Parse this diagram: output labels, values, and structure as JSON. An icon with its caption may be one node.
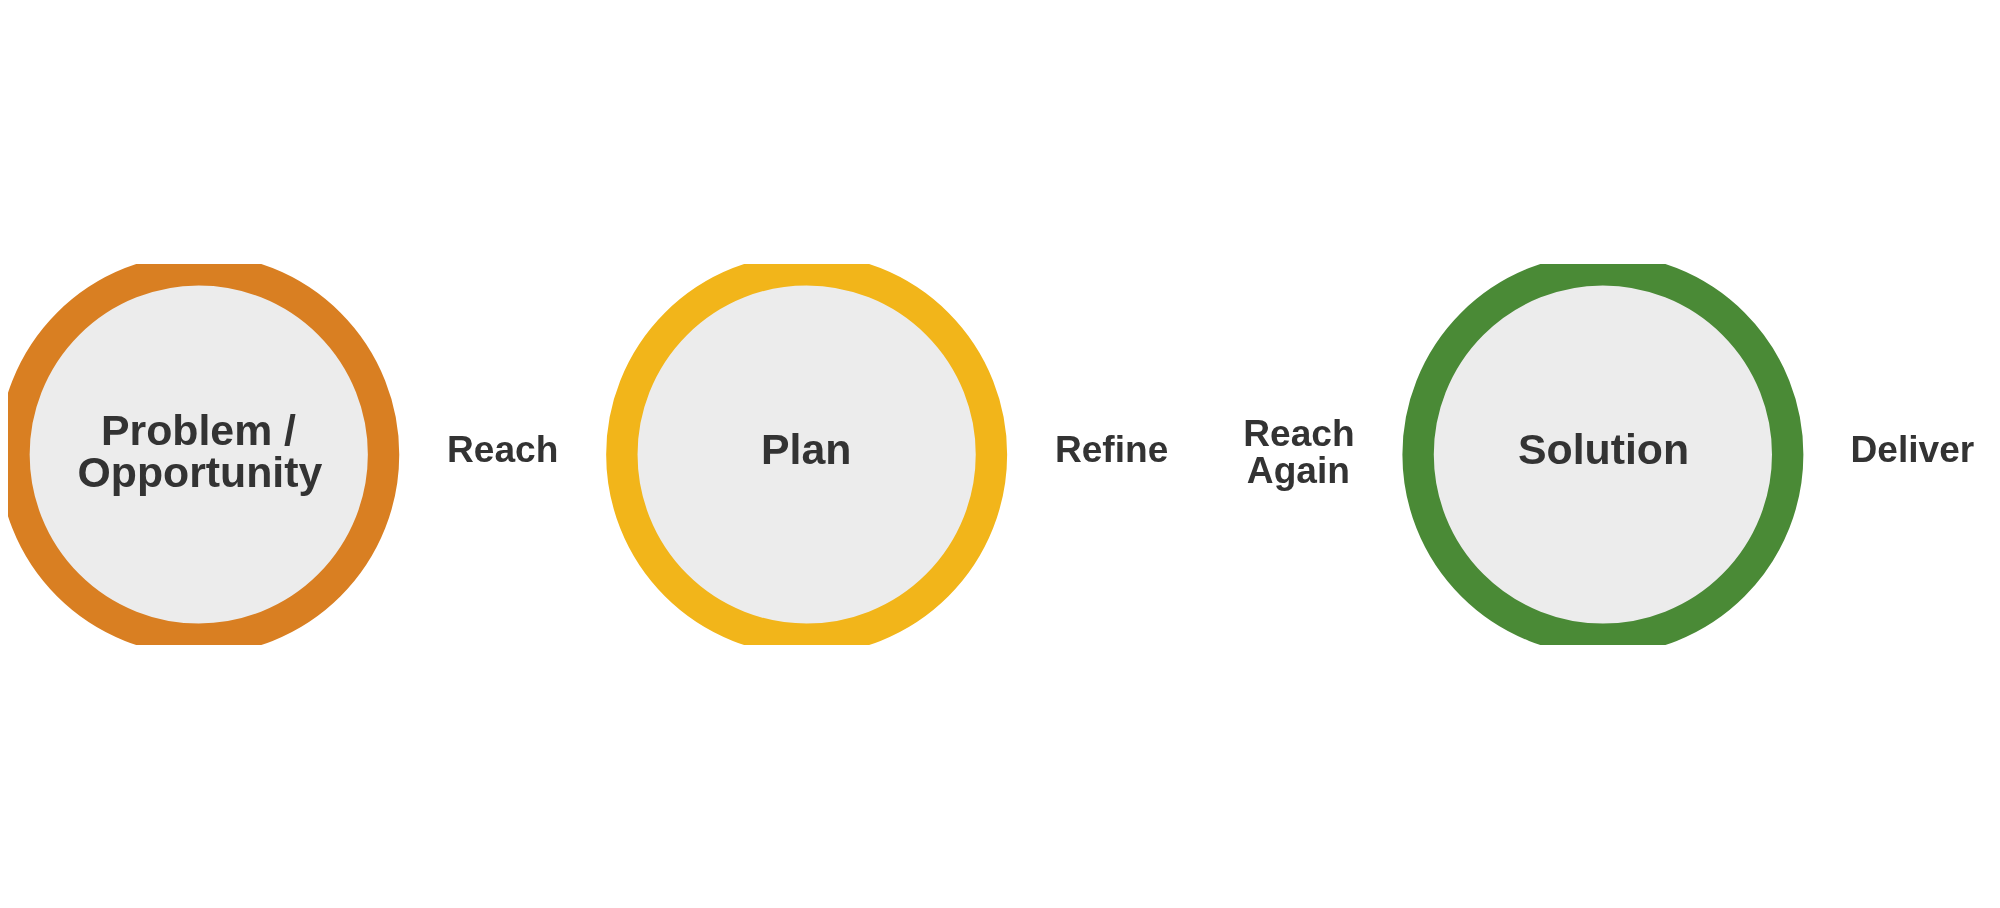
{
  "diagram": {
    "nodes": [
      {
        "text": [
          "Problem / Opportunity"
        ]
      },
      {
        "text": [
          "Plan"
        ]
      },
      {
        "text": [
          "Solution"
        ]
      }
    ],
    "labels": [
      "Reach",
      "Refine",
      "Reach Again",
      "Deliver"
    ]
  }
}
